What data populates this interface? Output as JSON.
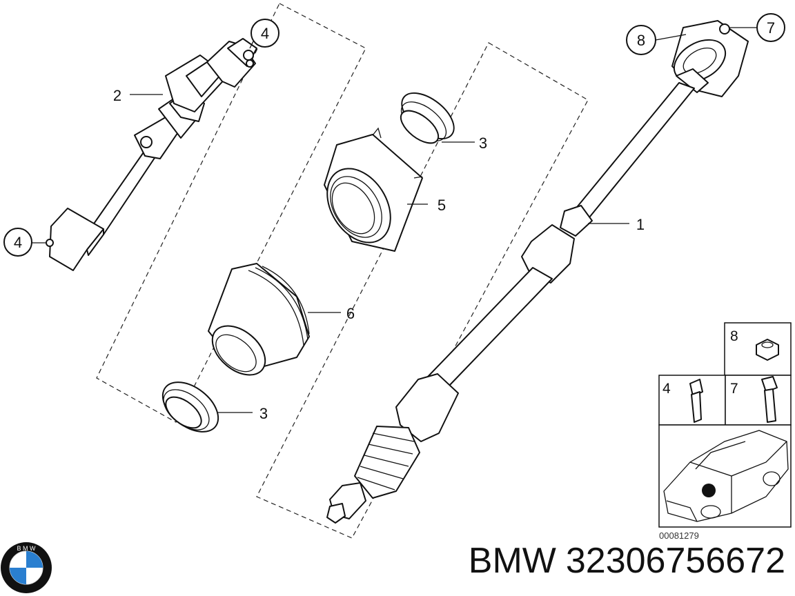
{
  "callouts": [
    {
      "label": "4"
    },
    {
      "label": "2"
    },
    {
      "label": "4"
    },
    {
      "label": "3"
    },
    {
      "label": "5"
    },
    {
      "label": "6"
    },
    {
      "label": "3"
    },
    {
      "label": "8"
    },
    {
      "label": "7"
    },
    {
      "label": "1"
    }
  ],
  "inset": {
    "cells": [
      {
        "label": "8",
        "icon": "nut-icon"
      },
      {
        "label": "4",
        "icon": "torx-bolt-icon"
      },
      {
        "label": "7",
        "icon": "hex-bolt-icon"
      }
    ],
    "car_icon": "car-location-icon"
  },
  "diagram_number": "00081279",
  "brand": {
    "name": "BMW",
    "part_number": "32306756672",
    "logo_text": "B M W",
    "colors": {
      "blue": "#2a7fd0",
      "black": "#111111",
      "white": "#ffffff"
    }
  }
}
